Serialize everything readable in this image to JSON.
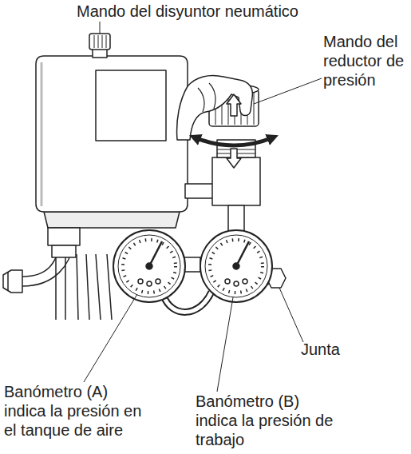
{
  "diagram": {
    "labels": [
      "Mando del disyuntor neumático",
      "Mando del reductor de presión",
      "Junta",
      "Banómetro (A) indica la presión en el tanque de aire",
      "Banómetro (B) indica la presión de trabajo"
    ]
  }
}
